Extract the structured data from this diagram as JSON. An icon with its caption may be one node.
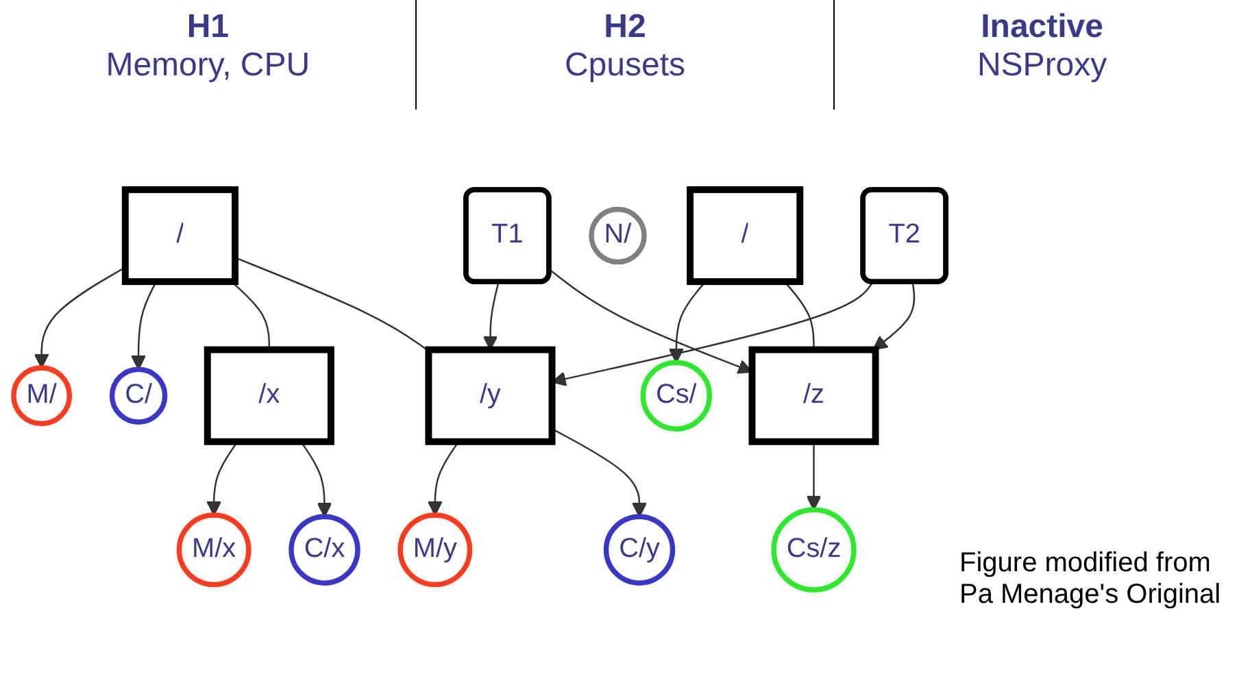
{
  "diagram": {
    "caption": "Figure modified from Pa Menage's Original",
    "nodes": [
      {
        "text": [
          "/"
        ]
      },
      {
        "text": [
          "M/"
        ]
      },
      {
        "text": [
          "C/"
        ]
      },
      {
        "text": [
          "/x"
        ]
      },
      {
        "text": [
          "M/x"
        ]
      },
      {
        "text": [
          "C/x"
        ]
      },
      {
        "text": [
          "/y"
        ]
      },
      {
        "text": [
          "M/y"
        ]
      },
      {
        "text": [
          "C/y"
        ]
      },
      {
        "text": [
          "/"
        ]
      },
      {
        "text": [
          "Cs/"
        ]
      },
      {
        "text": [
          "/z"
        ]
      },
      {
        "text": [
          "Cs/z"
        ]
      },
      {
        "text": [
          "N/"
        ]
      },
      {
        "text": [
          "T1"
        ]
      },
      {
        "text": [
          "T2"
        ]
      }
    ],
    "edges": [
      {
        "from": 0,
        "to": 1,
        "arrow": "to"
      },
      {
        "from": 0,
        "to": 2,
        "arrow": "to"
      },
      {
        "from": 0,
        "to": 3,
        "arrow": "none"
      },
      {
        "from": 0,
        "to": 6,
        "arrow": "none"
      },
      {
        "from": 3,
        "to": 4,
        "arrow": "to"
      },
      {
        "from": 3,
        "to": 5,
        "arrow": "to"
      },
      {
        "from": 6,
        "to": 7,
        "arrow": "to"
      },
      {
        "from": 6,
        "to": 8,
        "arrow": "to"
      },
      {
        "from": 9,
        "to": 10,
        "arrow": "to"
      },
      {
        "from": 9,
        "to": 11,
        "arrow": "none"
      },
      {
        "from": 11,
        "to": 12,
        "arrow": "to"
      },
      {
        "from": 14,
        "to": 6,
        "arrow": "to"
      },
      {
        "from": 14,
        "to": 11,
        "arrow": "to"
      },
      {
        "from": 15,
        "to": 6,
        "arrow": "to"
      },
      {
        "from": 15,
        "to": 11,
        "arrow": "to"
      }
    ],
    "labels": [
      "H1",
      "Memory, CPU",
      "H2",
      "Cpusets",
      "Inactive",
      "NSProxy"
    ]
  }
}
